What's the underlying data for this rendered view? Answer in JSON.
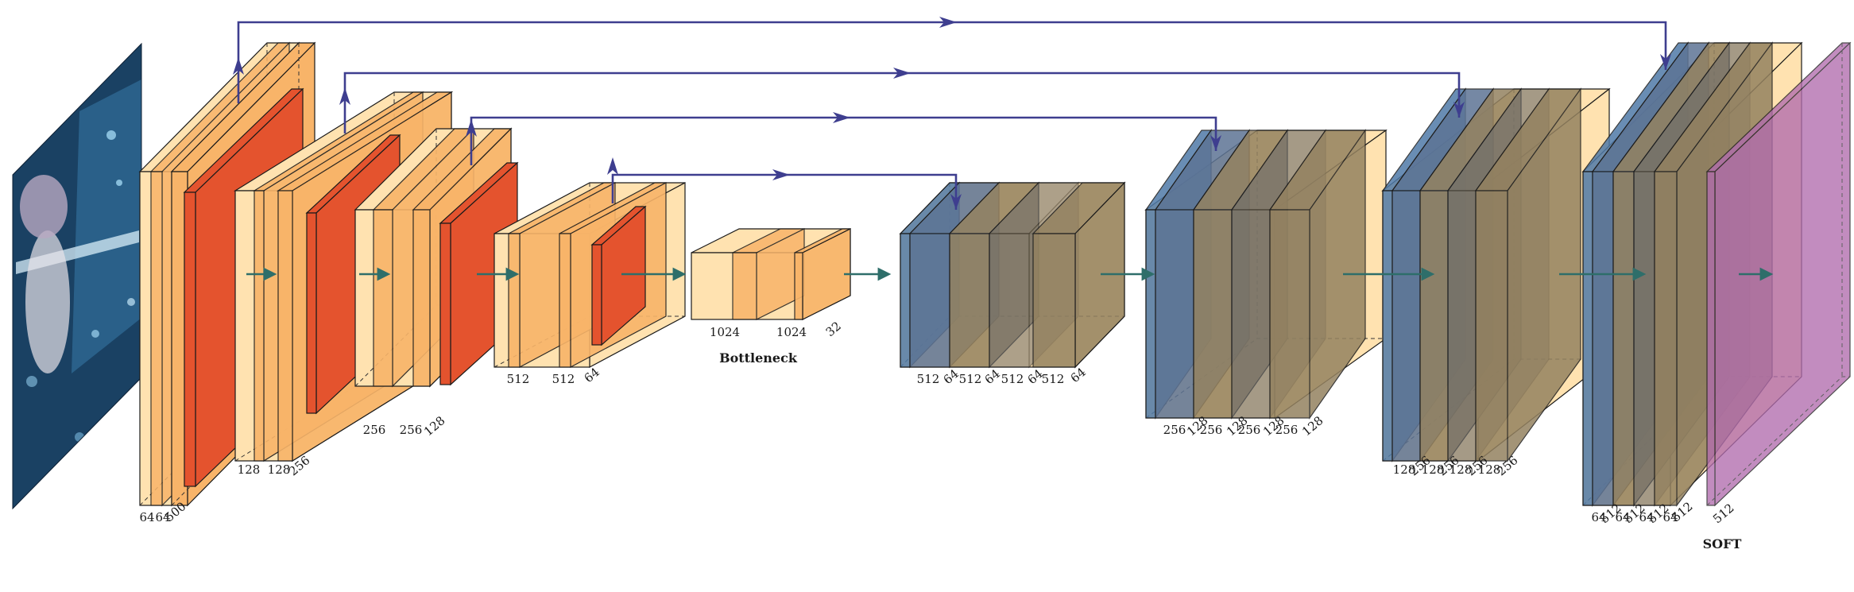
{
  "colors": {
    "conv": "#FFE2B0",
    "conv_relu": "#F8B469",
    "pool": "#E4532E",
    "unpool": "#4F7AA8",
    "deconv": "#948260",
    "deconv_dark": "#6B6B6B",
    "softmax": "#B26CAE",
    "connection": "#3E3E8F",
    "flow": "#2E6E6A",
    "edge": "#1a1a1a"
  },
  "input_image": {
    "icon": "anime-girl-input-image"
  },
  "labels": {
    "enc1": [
      "64",
      "64",
      "500"
    ],
    "enc2": [
      "128",
      "128",
      "256"
    ],
    "enc3": [
      "256",
      "256",
      "128"
    ],
    "enc4": [
      "512",
      "512",
      "64"
    ],
    "bottleneck": [
      "1024",
      "1024",
      "32"
    ],
    "dec1": [
      "512",
      "64",
      "512",
      "64",
      "512",
      "64",
      "512",
      "64"
    ],
    "dec2": [
      "256",
      "128",
      "256",
      "128",
      "256",
      "128",
      "256",
      "128"
    ],
    "dec3": [
      "128",
      "256",
      "128",
      "256",
      "128",
      "256",
      "128",
      "256"
    ],
    "dec4": [
      "64",
      "512",
      "64",
      "512",
      "64",
      "512",
      "64",
      "512"
    ],
    "soft": [
      "512"
    ]
  },
  "captions": {
    "bottleneck": "Bottleneck",
    "soft": "SOFT"
  }
}
